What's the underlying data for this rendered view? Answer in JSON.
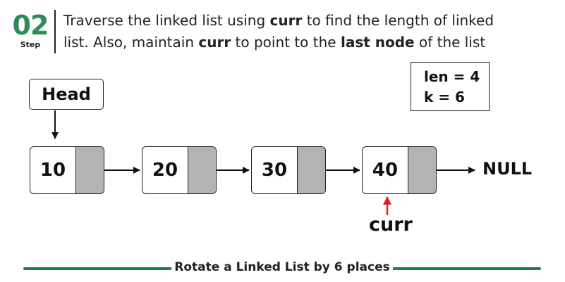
{
  "step": {
    "number": "02",
    "label": "Step"
  },
  "instruction": {
    "line1_a": "Traverse the linked list using ",
    "line1_b": "curr",
    "line1_c": " to find the length of linked",
    "line2_a": "list. Also, maintain ",
    "line2_b": "curr",
    "line2_c": " to point to the ",
    "line2_d": "last node",
    "line2_e": " of the list"
  },
  "info": {
    "len": "len = 4",
    "k": "k = 6"
  },
  "head_label": "Head",
  "nodes": [
    {
      "value": "10"
    },
    {
      "value": "20"
    },
    {
      "value": "30"
    },
    {
      "value": "40"
    }
  ],
  "null_label": "NULL",
  "curr_label": "curr",
  "caption": "Rotate a Linked List by 6 places",
  "colors": {
    "accent_green": "#2e8b57",
    "caption_line": "#1e7e4c",
    "pointer_fill": "#b3b3b3",
    "curr_arrow": "#e02020"
  }
}
